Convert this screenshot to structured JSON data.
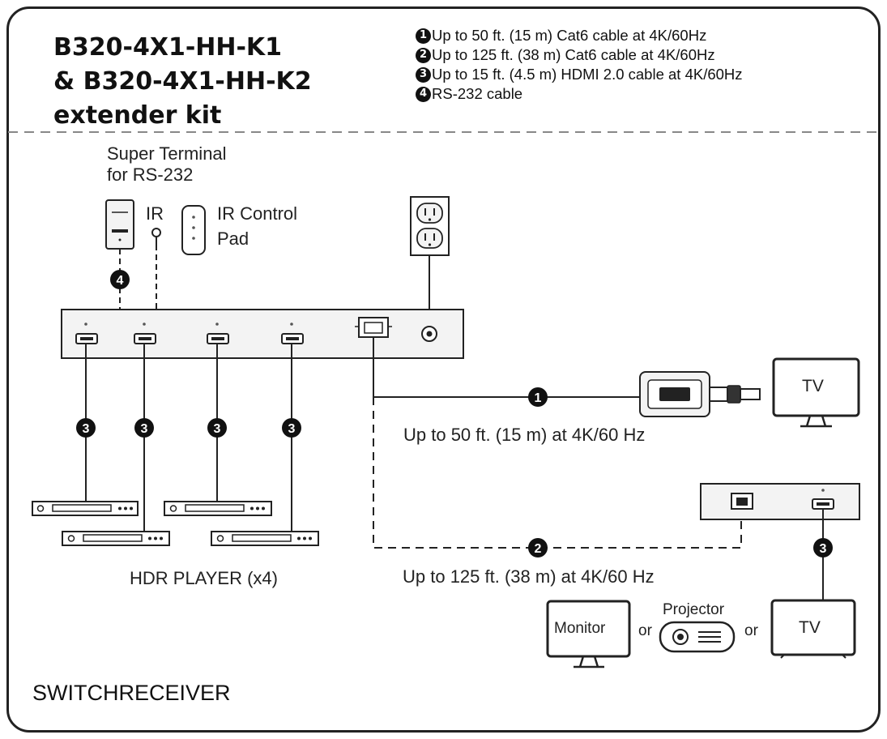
{
  "title": {
    "line1": "B320-4X1-HH-K1",
    "line2": "& B320-4X1-HH-K2",
    "line3": "extender kit"
  },
  "legend": [
    {
      "num": "1",
      "text": "Up to 50 ft. (15 m) Cat6 cable at 4K/60Hz"
    },
    {
      "num": "2",
      "text": "Up to 125 ft. (38 m) Cat6 cable at 4K/60Hz"
    },
    {
      "num": "3",
      "text": "Up to 15 ft. (4.5 m) HDMI 2.0 cable at 4K/60Hz"
    },
    {
      "num": "4",
      "text": "RS-232 cable"
    }
  ],
  "labels": {
    "super_terminal_1": "Super Terminal",
    "super_terminal_2": "for RS-232",
    "ir": "IR",
    "ir_control_1": "IR Control",
    "ir_control_2": "Pad",
    "hdr_player": "HDR PLAYER (x4)",
    "switch_receiver": "SWITCHRECEIVER",
    "link_50": "Up to 50 ft. (15 m) at 4K/60 Hz",
    "link_125": "Up to 125 ft. (38 m) at 4K/60 Hz",
    "tv_top": "TV",
    "tv_bottom": "TV",
    "monitor": "Monitor",
    "projector": "Projector",
    "or_1": "or",
    "or_2": "or"
  },
  "badges": {
    "one": "1",
    "two": "2",
    "three": "3",
    "four": "4"
  },
  "colors": {
    "line": "#222222",
    "device_fill": "#f3f3f3",
    "badge": "#111111"
  }
}
